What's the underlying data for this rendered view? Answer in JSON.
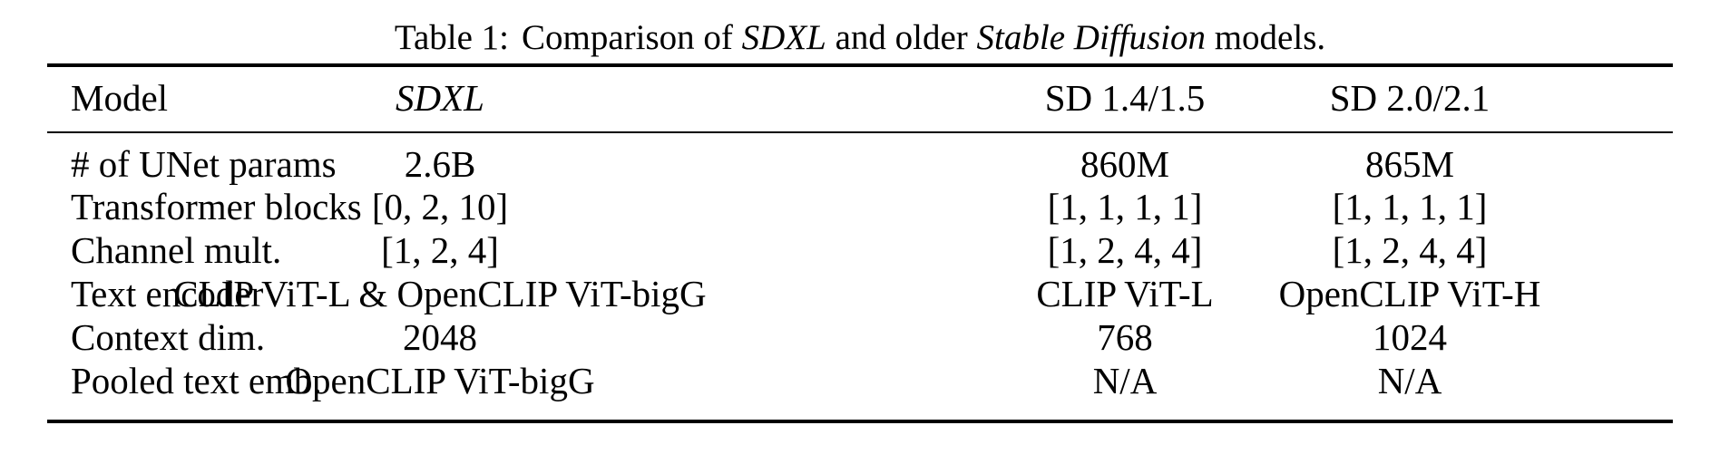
{
  "caption": {
    "label": "Table 1:",
    "text_before": "Comparison of ",
    "em1": "SDXL",
    "text_middle": " and older ",
    "em2": "Stable Diffusion",
    "text_after": " models."
  },
  "table": {
    "headers": [
      "Model",
      "SDXL",
      "SD 1.4/1.5",
      "SD 2.0/2.1"
    ],
    "rows": [
      [
        "# of UNet params",
        "2.6B",
        "860M",
        "865M"
      ],
      [
        "Transformer blocks",
        "[0, 2, 10]",
        "[1, 1, 1, 1]",
        "[1, 1, 1, 1]"
      ],
      [
        "Channel mult.",
        "[1, 2, 4]",
        "[1, 2, 4, 4]",
        "[1, 2, 4, 4]"
      ],
      [
        "Text encoder",
        "CLIP ViT-L & OpenCLIP ViT-bigG",
        "CLIP ViT-L",
        "OpenCLIP ViT-H"
      ],
      [
        "Context dim.",
        "2048",
        "768",
        "1024"
      ],
      [
        "Pooled text emb.",
        "OpenCLIP ViT-bigG",
        "N/A",
        "N/A"
      ]
    ]
  }
}
